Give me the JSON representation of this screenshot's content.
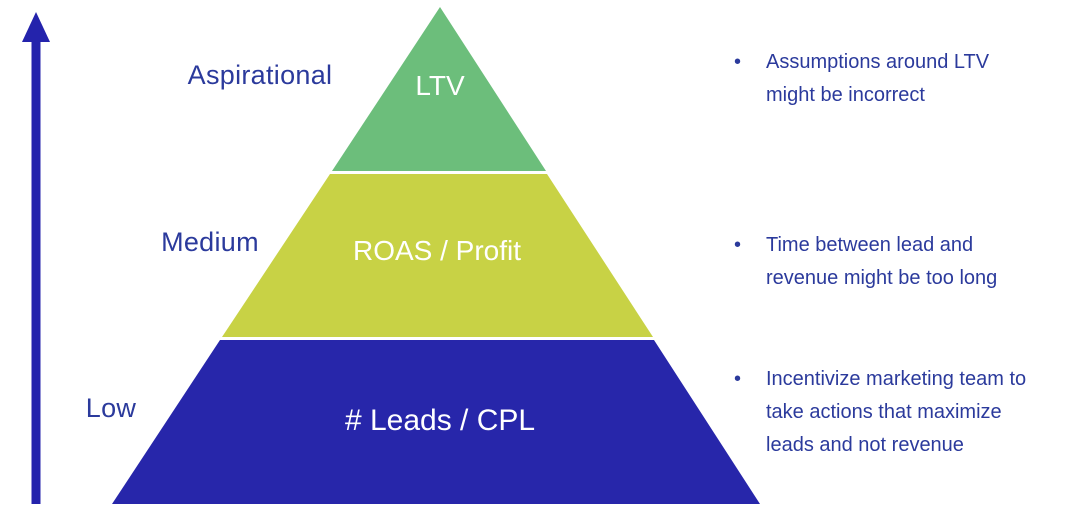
{
  "diagram": {
    "type": "pyramid",
    "background": "#ffffff",
    "text_color": "#2b3a9c",
    "bullet_char": "•",
    "arrow": {
      "direction": "up",
      "color": "#2423ac"
    },
    "tiers": [
      {
        "level_label": "Aspirational",
        "segment_label": "LTV",
        "color": "#6cbe7b",
        "note_lines": [
          "Assumptions around LTV",
          "might be incorrect"
        ]
      },
      {
        "level_label": "Medium",
        "segment_label": "ROAS / Profit",
        "color": "#c8d245",
        "note_lines": [
          "Time between lead and",
          "revenue might be too long"
        ]
      },
      {
        "level_label": "Low",
        "segment_label": "# Leads / CPL",
        "color": "#2726aa",
        "note_lines": [
          "Incentivize marketing team to",
          "take actions that maximize",
          "leads and not revenue"
        ]
      }
    ]
  }
}
